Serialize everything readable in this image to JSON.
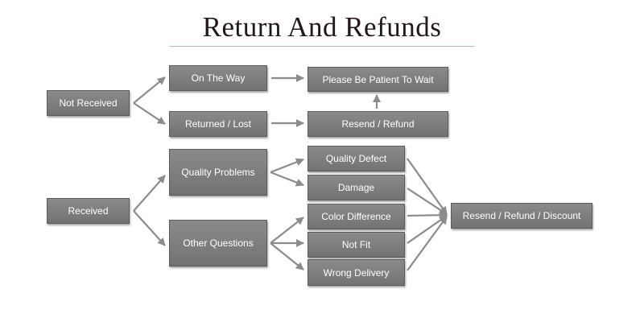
{
  "title": "Return And Refunds",
  "nodes": {
    "not_received": "Not Received",
    "on_the_way": "On The Way",
    "returned_lost": "Returned / Lost",
    "please_wait": "Please Be Patient To Wait",
    "resend_refund": "Resend / Refund",
    "received": "Received",
    "quality_problems": "Quality Problems",
    "other_questions": "Other Questions",
    "quality_defect": "Quality Defect",
    "damage": "Damage",
    "color_difference": "Color Difference",
    "not_fit": "Not Fit",
    "wrong_delivery": "Wrong Delivery",
    "resend_refund_discount": "Resend / Refund / Discount"
  },
  "colors": {
    "node_fill": "#7f7f7f",
    "arrow": "#8c8c8c",
    "title_text": "#231815",
    "title_rule": "#9fc3c3"
  }
}
